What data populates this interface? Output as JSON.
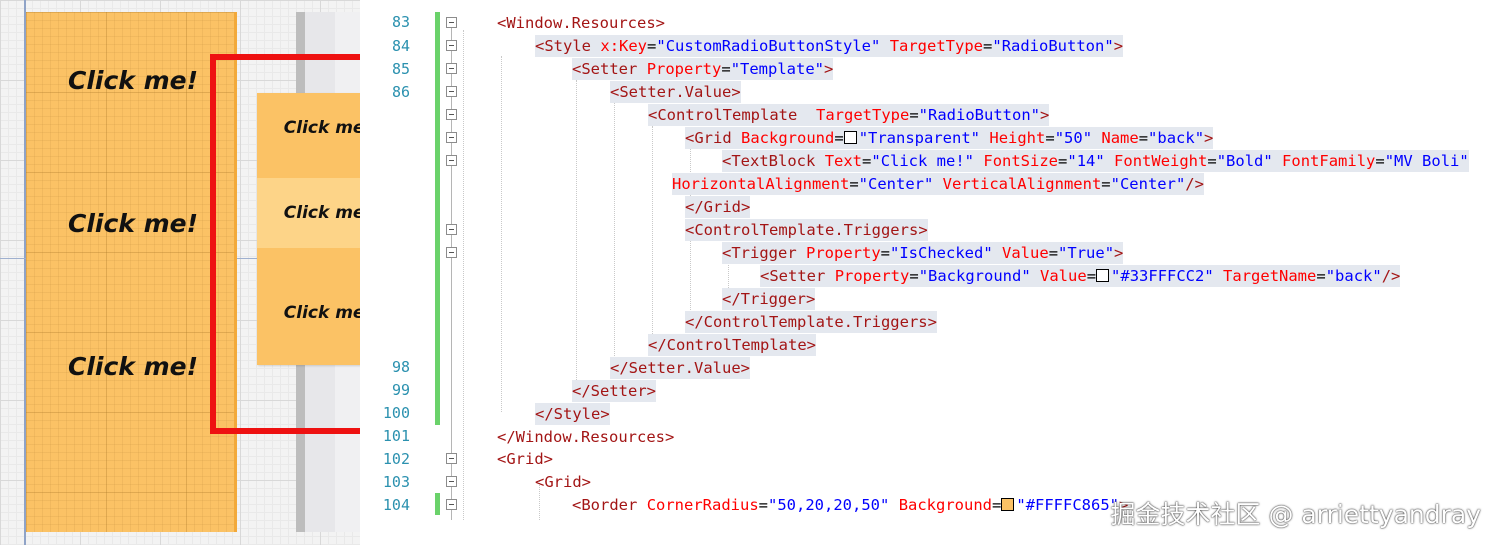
{
  "designer": {
    "labels": [
      "Click me!",
      "Click me!",
      "Click me!"
    ],
    "popup_items": [
      {
        "label": "Click me!",
        "checked": false
      },
      {
        "label": "Click me!",
        "checked": true
      },
      {
        "label": "Click me!",
        "checked": false
      }
    ],
    "colors": {
      "orange": "#fbc265",
      "checked": "#fdd488",
      "highlight": "#ee1111"
    }
  },
  "editor": {
    "line_numbers": [
      "83",
      "84",
      "85",
      "86",
      "98",
      "99",
      "100",
      "101",
      "102",
      "103",
      "104"
    ],
    "lines": [
      {
        "segments": [
          {
            "t": "b",
            "s": "<"
          },
          {
            "t": "tag",
            "s": "Window.Resources"
          },
          {
            "t": "b",
            "s": ">"
          }
        ]
      },
      {
        "segments": [
          {
            "t": "b",
            "s": "<"
          },
          {
            "t": "tag",
            "s": "Style"
          },
          {
            "t": "p",
            "s": " "
          },
          {
            "t": "attr",
            "s": "x:Key"
          },
          {
            "t": "p",
            "s": "="
          },
          {
            "t": "val",
            "s": "\"CustomRadioButtonStyle\""
          },
          {
            "t": "p",
            "s": " "
          },
          {
            "t": "attr",
            "s": "TargetType"
          },
          {
            "t": "p",
            "s": "="
          },
          {
            "t": "val",
            "s": "\"RadioButton\""
          },
          {
            "t": "b",
            "s": ">"
          }
        ]
      },
      {
        "segments": [
          {
            "t": "b",
            "s": "<"
          },
          {
            "t": "tag",
            "s": "Setter"
          },
          {
            "t": "p",
            "s": " "
          },
          {
            "t": "attr",
            "s": "Property"
          },
          {
            "t": "p",
            "s": "="
          },
          {
            "t": "val",
            "s": "\"Template\""
          },
          {
            "t": "b",
            "s": ">"
          }
        ]
      },
      {
        "segments": [
          {
            "t": "b",
            "s": "<"
          },
          {
            "t": "tag",
            "s": "Setter.Value"
          },
          {
            "t": "b",
            "s": ">"
          }
        ]
      },
      {
        "segments": [
          {
            "t": "b",
            "s": "<"
          },
          {
            "t": "tag",
            "s": "ControlTemplate"
          },
          {
            "t": "p",
            "s": "  "
          },
          {
            "t": "attr",
            "s": "TargetType"
          },
          {
            "t": "p",
            "s": "="
          },
          {
            "t": "val",
            "s": "\"RadioButton\""
          },
          {
            "t": "b",
            "s": ">"
          }
        ]
      },
      {
        "segments": [
          {
            "t": "b",
            "s": "<"
          },
          {
            "t": "tag",
            "s": "Grid"
          },
          {
            "t": "p",
            "s": " "
          },
          {
            "t": "attr",
            "s": "Background"
          },
          {
            "t": "p",
            "s": "="
          },
          {
            "t": "swatch",
            "s": "#ffffff"
          },
          {
            "t": "val",
            "s": "\"Transparent\""
          },
          {
            "t": "p",
            "s": " "
          },
          {
            "t": "attr",
            "s": "Height"
          },
          {
            "t": "p",
            "s": "="
          },
          {
            "t": "val",
            "s": "\"50\""
          },
          {
            "t": "p",
            "s": " "
          },
          {
            "t": "attr",
            "s": "Name"
          },
          {
            "t": "p",
            "s": "="
          },
          {
            "t": "val",
            "s": "\"back\""
          },
          {
            "t": "b",
            "s": ">"
          }
        ]
      },
      {
        "segments": [
          {
            "t": "b",
            "s": "<"
          },
          {
            "t": "tag",
            "s": "TextBlock"
          },
          {
            "t": "p",
            "s": " "
          },
          {
            "t": "attr",
            "s": "Text"
          },
          {
            "t": "p",
            "s": "="
          },
          {
            "t": "val",
            "s": "\"Click me!\""
          },
          {
            "t": "p",
            "s": " "
          },
          {
            "t": "attr",
            "s": "FontSize"
          },
          {
            "t": "p",
            "s": "="
          },
          {
            "t": "val",
            "s": "\"14\""
          },
          {
            "t": "p",
            "s": " "
          },
          {
            "t": "attr",
            "s": "FontWeight"
          },
          {
            "t": "p",
            "s": "="
          },
          {
            "t": "val",
            "s": "\"Bold\""
          },
          {
            "t": "p",
            "s": " "
          },
          {
            "t": "attr",
            "s": "FontFamily"
          },
          {
            "t": "p",
            "s": "="
          },
          {
            "t": "val",
            "s": "\"MV Boli\""
          }
        ]
      },
      {
        "segments": [
          {
            "t": "attr",
            "s": "HorizontalAlignment"
          },
          {
            "t": "p",
            "s": "="
          },
          {
            "t": "val",
            "s": "\"Center\""
          },
          {
            "t": "p",
            "s": " "
          },
          {
            "t": "attr",
            "s": "VerticalAlignment"
          },
          {
            "t": "p",
            "s": "="
          },
          {
            "t": "val",
            "s": "\"Center\""
          },
          {
            "t": "b",
            "s": "/>"
          }
        ]
      },
      {
        "segments": [
          {
            "t": "b",
            "s": "</"
          },
          {
            "t": "tag",
            "s": "Grid"
          },
          {
            "t": "b",
            "s": ">"
          }
        ]
      },
      {
        "segments": [
          {
            "t": "b",
            "s": "<"
          },
          {
            "t": "tag",
            "s": "ControlTemplate.Triggers"
          },
          {
            "t": "b",
            "s": ">"
          }
        ]
      },
      {
        "segments": [
          {
            "t": "b",
            "s": "<"
          },
          {
            "t": "tag",
            "s": "Trigger"
          },
          {
            "t": "p",
            "s": " "
          },
          {
            "t": "attr",
            "s": "Property"
          },
          {
            "t": "p",
            "s": "="
          },
          {
            "t": "val",
            "s": "\"IsChecked\""
          },
          {
            "t": "p",
            "s": " "
          },
          {
            "t": "attr",
            "s": "Value"
          },
          {
            "t": "p",
            "s": "="
          },
          {
            "t": "val",
            "s": "\"True\""
          },
          {
            "t": "b",
            "s": ">"
          }
        ]
      },
      {
        "segments": [
          {
            "t": "b",
            "s": "<"
          },
          {
            "t": "tag",
            "s": "Setter"
          },
          {
            "t": "p",
            "s": " "
          },
          {
            "t": "attr",
            "s": "Property"
          },
          {
            "t": "p",
            "s": "="
          },
          {
            "t": "val",
            "s": "\"Background\""
          },
          {
            "t": "p",
            "s": " "
          },
          {
            "t": "attr",
            "s": "Value"
          },
          {
            "t": "p",
            "s": "="
          },
          {
            "t": "swatch",
            "s": "#ffffff"
          },
          {
            "t": "val",
            "s": "\"#33FFFCC2\""
          },
          {
            "t": "p",
            "s": " "
          },
          {
            "t": "attr",
            "s": "TargetName"
          },
          {
            "t": "p",
            "s": "="
          },
          {
            "t": "val",
            "s": "\"back\""
          },
          {
            "t": "b",
            "s": "/>"
          }
        ]
      },
      {
        "segments": [
          {
            "t": "b",
            "s": "</"
          },
          {
            "t": "tag",
            "s": "Trigger"
          },
          {
            "t": "b",
            "s": ">"
          }
        ]
      },
      {
        "segments": [
          {
            "t": "b",
            "s": "</"
          },
          {
            "t": "tag",
            "s": "ControlTemplate.Triggers"
          },
          {
            "t": "b",
            "s": ">"
          }
        ]
      },
      {
        "segments": [
          {
            "t": "b",
            "s": "</"
          },
          {
            "t": "tag",
            "s": "ControlTemplate"
          },
          {
            "t": "b",
            "s": ">"
          }
        ]
      },
      {
        "segments": [
          {
            "t": "b",
            "s": "</"
          },
          {
            "t": "tag",
            "s": "Setter.Value"
          },
          {
            "t": "b",
            "s": ">"
          }
        ]
      },
      {
        "segments": [
          {
            "t": "b",
            "s": "</"
          },
          {
            "t": "tag",
            "s": "Setter"
          },
          {
            "t": "b",
            "s": ">"
          }
        ]
      },
      {
        "segments": [
          {
            "t": "b",
            "s": "</"
          },
          {
            "t": "tag",
            "s": "Style"
          },
          {
            "t": "b",
            "s": ">"
          }
        ]
      },
      {
        "segments": [
          {
            "t": "b",
            "s": "</"
          },
          {
            "t": "tag",
            "s": "Window.Resources"
          },
          {
            "t": "b",
            "s": ">"
          }
        ]
      },
      {
        "segments": [
          {
            "t": "b",
            "s": "<"
          },
          {
            "t": "tag",
            "s": "Grid"
          },
          {
            "t": "b",
            "s": ">"
          }
        ]
      },
      {
        "segments": [
          {
            "t": "b",
            "s": "<"
          },
          {
            "t": "tag",
            "s": "Grid"
          },
          {
            "t": "b",
            "s": ">"
          }
        ]
      },
      {
        "segments": [
          {
            "t": "b",
            "s": "<"
          },
          {
            "t": "tag",
            "s": "Border"
          },
          {
            "t": "p",
            "s": " "
          },
          {
            "t": "attr",
            "s": "CornerRadius"
          },
          {
            "t": "p",
            "s": "="
          },
          {
            "t": "val",
            "s": "\"50,20,20,50\""
          },
          {
            "t": "p",
            "s": " "
          },
          {
            "t": "attr",
            "s": "Background"
          },
          {
            "t": "p",
            "s": "="
          },
          {
            "t": "swatch",
            "s": "#fbc265"
          },
          {
            "t": "val",
            "s": "\"#FFFFC865\""
          },
          {
            "t": "b",
            "s": ">"
          }
        ]
      }
    ]
  },
  "watermark": "掘金技术社区 @ arriettyandray"
}
